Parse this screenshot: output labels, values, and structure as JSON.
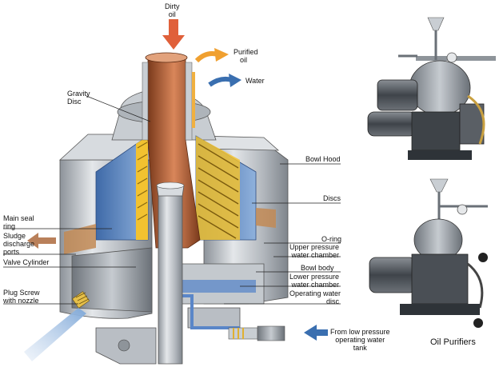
{
  "labels": {
    "dirty_oil": [
      "Dirty",
      "oil"
    ],
    "purified_oil": [
      "Purified",
      "oil"
    ],
    "water": "Water",
    "gravity_disc": [
      "Gravity",
      "Disc"
    ],
    "bowl_hood": "Bowl Hood",
    "discs": "Discs",
    "main_seal_ring": [
      "Main seal",
      "ring"
    ],
    "sludge_discharge_ports": [
      "Sludge",
      "discharge",
      "ports"
    ],
    "valve_cylinder": "Valve Cylinder",
    "plug_screw": [
      "Plug Screw",
      "with nozzle"
    ],
    "o_ring": "O-ring",
    "upper_pressure_water_chamber": [
      "Upper pressure",
      "water chamber"
    ],
    "bowl_body": "Bowl body",
    "lower_pressure_water_chamber": [
      "Lower pressure",
      "water chamber"
    ],
    "operating_water_disc": [
      "Operating water",
      "disc"
    ],
    "from_low_pressure": [
      "From low pressure",
      "operating water",
      "tank"
    ]
  },
  "caption": "Oil Purifiers",
  "colors": {
    "dirty_oil_arrow": "#e0603a",
    "purified_oil_arrow": "#f0a030",
    "water_arrow": "#3a6fb0",
    "sludge_arrow": "#b9805a",
    "copper_spindle": "#b5653a",
    "discs_yellow": "#f2c230",
    "water_blue": "#5a86c8",
    "steel": "#b9bec4"
  }
}
